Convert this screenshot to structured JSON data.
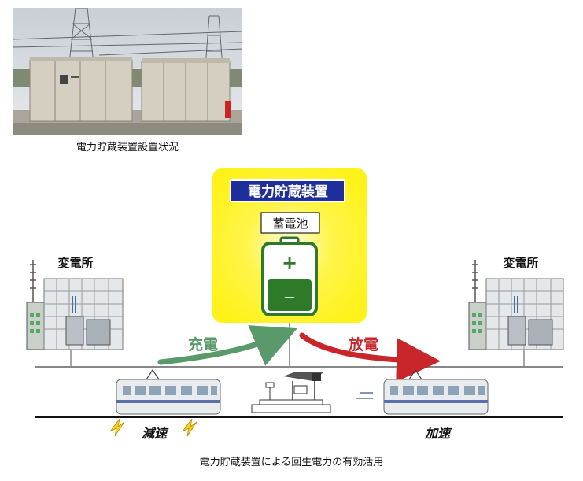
{
  "photo": {
    "caption": "電力貯蔵装置設置状況"
  },
  "device": {
    "title": "電力貯蔵装置",
    "battery_label": "蓄電池",
    "plus_symbol": "+",
    "minus_symbol": "－"
  },
  "substations": {
    "left_label": "変電所",
    "right_label": "変電所"
  },
  "flows": {
    "charge_label": "充電",
    "discharge_label": "放電"
  },
  "trains": {
    "left_label": "減速",
    "right_label": "加速"
  },
  "diagram_caption": "電力貯蔵装置による回生電力の有効活用",
  "colors": {
    "glow_yellow": "#fff21a",
    "title_bg": "#1e2f9c",
    "battery_green": "#2f7a2a",
    "charge_arrow": "#5a9a6a",
    "discharge_arrow": "#c8262a"
  }
}
